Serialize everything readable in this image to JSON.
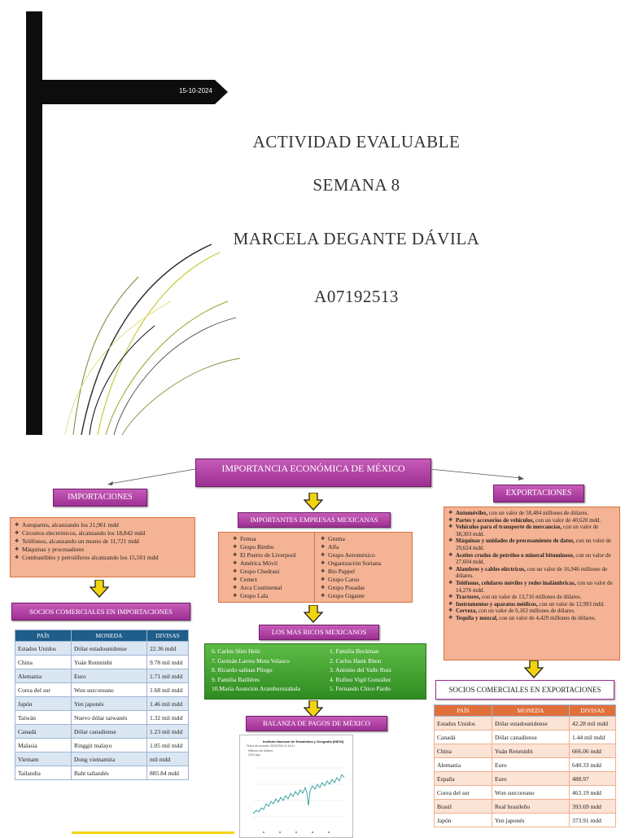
{
  "cover": {
    "date": "15-10-2024",
    "title": "ACTIVIDAD EVALUABLE",
    "week": "SEMANA 8",
    "name": "MARCELA DEGANTE DÁVILA",
    "id": "A07192513"
  },
  "map": {
    "main_title": "IMPORTANCIA ECONÓMICA DE MÉXICO",
    "importaciones": {
      "title": "IMPORTACIONES",
      "items": [
        "Autopartes, alcanzando los 21,961 mdd",
        "Circuitos electrónicos, alcanzando los 18,842 mdd",
        "Teléfonos, alcanzando un monto de 11,721 mdd",
        "Máquinas y procesadores",
        "Combustibles y petrolíferos alcanzando los 15,501 mdd"
      ],
      "socios_title": "SOCIOS COMERCIALES EN IMPORTACIONES",
      "headers": [
        "PAÍS",
        "MONEDA",
        "DIVISAS"
      ],
      "rows": [
        [
          "Estados Unidos",
          "Dólar estadounidense",
          "22.36 mdd"
        ],
        [
          "China",
          "Yuán Renminbi",
          "9.78 mil mdd"
        ],
        [
          "Alemania",
          "Euro",
          "1.71 mil mdd"
        ],
        [
          "Corea del sur",
          "Won surcoreano",
          "1.68 mil mdd"
        ],
        [
          "Japón",
          "Yen japonés",
          "1.46 mil mdd"
        ],
        [
          "Taiwán",
          "Nuevo dólar taiwanés",
          "1.32 mil mdd"
        ],
        [
          "Canadá",
          "Dólar canadiense",
          "1.23 mil mdd"
        ],
        [
          "Malasia",
          "Ringgit malayo",
          "1.05 mil mdd"
        ],
        [
          "Vietnam",
          "Dong vietnamita",
          "mil mdd"
        ],
        [
          "Tailandia",
          "Baht tailandés",
          "885.84 mdd"
        ]
      ]
    },
    "empresas": {
      "title": "IMPORTANTES EMPRESAS MEXICANAS",
      "col1": [
        "Femsa",
        "Grupo Bimbo",
        "El Puerto de Liverpool",
        "América Móvil",
        "Grupo Chedraui",
        "Cemex",
        "Arca Continental",
        "Grupo Lala"
      ],
      "col2": [
        "Gruma",
        "Alfa",
        "Grupo Aeroméxico",
        "Organización Soriana",
        "Bio Pappel",
        "Grupo Carso",
        "Grupo Posadas",
        "Grupo Gigante"
      ]
    },
    "ricos": {
      "title": "LOS MAS RICOS MEXICANOS",
      "col1": [
        "6.  Carlos Slim Helú",
        "7.  Germán Larrea Mota Velasco",
        "8.  Ricardo salinas Pliego",
        "9.  Familia Bailléres",
        "10.María Asunción Aramburuzabala"
      ],
      "col2": [
        "1.  Familia Beckman",
        "2.  Carlos Hank Rhon",
        "3.  Antonio del Valle Ruiz",
        "4.  Rufino Vigil González",
        "5.  Fernando Chico Pardo"
      ]
    },
    "balanza": {
      "title": "BALANZA DE PAGOS DE MÉXICO",
      "chart_title": "Instituto Nacional de Estadística y Geografía (INEGI)",
      "chart_date": "Fecha de consulta: 05/10/2024 21:18:41",
      "chart_sub1": "Millones de dólares",
      "chart_sub2": "2024 Ago"
    },
    "exportaciones": {
      "title": "EXPORTACIONES",
      "items": [
        [
          "Automóviles,",
          " con un valor de 58,484 millones de dólares."
        ],
        [
          "Partes y accesorios de vehículos,",
          " con un valor de 40,620 mdd."
        ],
        [
          "Vehículos para el transporte de mercancías,",
          " con un valor de 38,303 mdd."
        ],
        [
          "Máquinas y unidades de procesamiento de datos,",
          " con un valor de 29,624 mdd."
        ],
        [
          "Aceites crudos de petróleo o mineral bituminoso,",
          " con un valor de 27,604 mdd."
        ],
        [
          "Alambres y cables eléctricos,",
          " con un valor de 16,946 millones de dólares."
        ],
        [
          "Teléfonos, celulares móviles y redes inalámbricas,",
          " con un valor de 14,276 mdd."
        ],
        [
          "Tractores,",
          " con un valor de 13,716 millones de dólares."
        ],
        [
          "Instrumentos y aparatos médicos,",
          " con un valor de 12,993 mdd."
        ],
        [
          "Cerveza,",
          " con un valor de 6,163 millones de dólares."
        ],
        [
          "Tequila y mezcal,",
          " con un valor de 4,429 millones de dólares."
        ]
      ],
      "socios_title": "SOCIOS COMERCIALES EN EXPORTACIONES",
      "headers": [
        "PAÍS",
        "MONEDA",
        "DIVISAS"
      ],
      "rows": [
        [
          "Estados Unidos",
          "Dólar estadounidense",
          "42.28 mil mdd"
        ],
        [
          "Canadá",
          "Dólar canadiense",
          "1.44 mil mdd"
        ],
        [
          "China",
          "Yuán Renminbi",
          "666.06 mdd"
        ],
        [
          "Alemania",
          "Euro",
          "640.33 mdd"
        ],
        [
          "España",
          "Euro",
          "488.97"
        ],
        [
          "Corea del sur",
          "Won surcoreano",
          "463.19 mdd"
        ],
        [
          "Brasil",
          "Real brasileño",
          "393.69 mdd"
        ],
        [
          "Japón",
          "Yen japonés",
          "373.91 mdd"
        ]
      ]
    }
  },
  "colors": {
    "accent_pink": "#a8369c",
    "orange_box": "#f4b394",
    "table_header": "#1f5d8a",
    "green_box": "#3b9a2c",
    "arrow_yellow": "#f2d40e"
  }
}
